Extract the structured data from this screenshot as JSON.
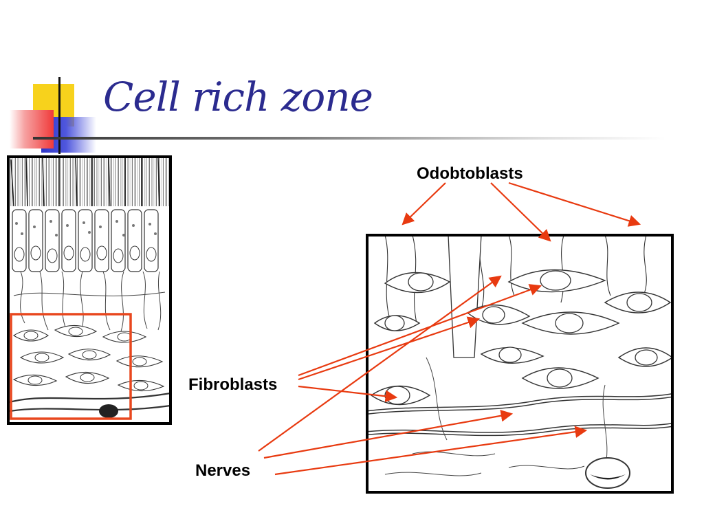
{
  "slide": {
    "title": "Cell rich zone"
  },
  "labels": {
    "odontoblasts": "Odobtoblasts",
    "fibroblasts": "Fibroblasts",
    "nerves": "Nerves"
  },
  "colors": {
    "title": "#2b2b8f",
    "arrow": "#e83a10",
    "highlight_box": "#e8471e",
    "deco_yellow": "#f7d21c",
    "deco_blue": "#2d35c8",
    "deco_red": "#f03a3a"
  }
}
